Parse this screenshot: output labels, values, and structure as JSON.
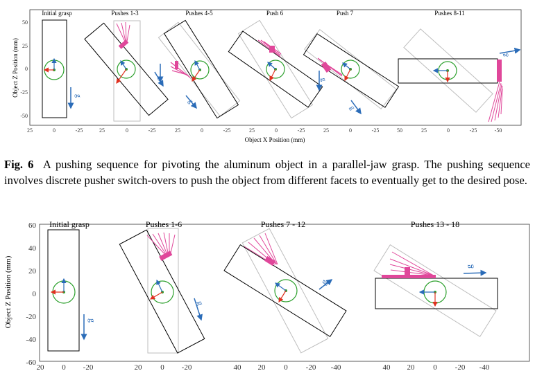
{
  "figure_top": {
    "panels": [
      {
        "title": "Initial grasp",
        "ticks": [
          "25",
          "0",
          "-25"
        ]
      },
      {
        "title": "Pushes 1-3",
        "ticks": [
          "25",
          "0",
          "-25"
        ]
      },
      {
        "title": "Pushes 4-5",
        "ticks": [
          "25",
          "0",
          "-25"
        ]
      },
      {
        "title": "Push 6",
        "ticks": [
          "25",
          "0",
          "-25"
        ]
      },
      {
        "title": "Push 7",
        "ticks": [
          "25",
          "0",
          "-25"
        ]
      },
      {
        "title": "Pushes 8-11",
        "ticks": [
          "50",
          "25",
          "0",
          "-25",
          "-50"
        ]
      }
    ],
    "y_ticks": [
      "50",
      "25",
      "0",
      "-25",
      "-50"
    ],
    "y_label": "Object Z Position (mm)",
    "x_label": "Object X Position (mm)",
    "gravity_label": "g"
  },
  "caption": {
    "label": "Fig. 6",
    "text": "A pushing sequence for pivoting the aluminum object in a parallel-jaw grasp. The pushing sequence involves discrete pusher switch-overs to push the object from different facets to eventually get to the desired pose."
  },
  "figure_bottom": {
    "panels": [
      {
        "title": "Initial grasp",
        "ticks": [
          "20",
          "0",
          "-20"
        ]
      },
      {
        "title": "Pushes 1-6",
        "ticks": [
          "20",
          "0",
          "-20"
        ]
      },
      {
        "title": "Pushes 7 - 12",
        "ticks": [
          "40",
          "20",
          "0",
          "-20",
          "-40"
        ]
      },
      {
        "title": "Pushes 13 - 18",
        "ticks": [
          "40",
          "20",
          "0",
          "-20",
          "-40"
        ]
      }
    ],
    "y_ticks": [
      "60",
      "40",
      "20",
      "0",
      "-20",
      "-40",
      "-60"
    ],
    "y_label": "Object Z Position (mm)",
    "gravity_label": "g"
  },
  "colors": {
    "pusher": "#e0479a",
    "gravity": "#2b6cb8",
    "object": "#000000",
    "ghost": "#bdbdbd",
    "circle": "#2ca02c",
    "normal": "#e03020"
  }
}
